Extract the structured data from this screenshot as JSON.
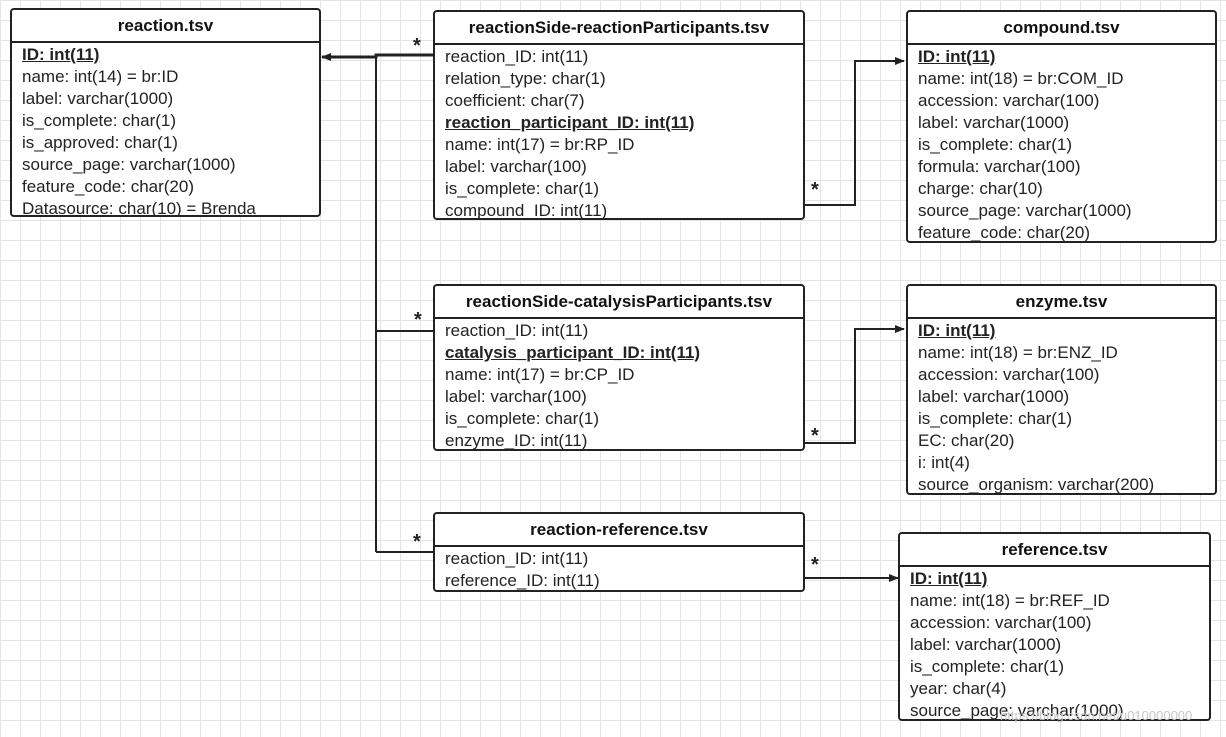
{
  "tables": {
    "reaction": {
      "title": "reaction.tsv",
      "fields": [
        "ID: int(11)",
        "name:  int(14) = br:ID",
        "label:  varchar(1000)",
        "is_complete:  char(1)",
        "is_approved:  char(1)",
        "source_page: varchar(1000)",
        "feature_code:  char(20)",
        "Datasource:  char(10) = Brenda"
      ]
    },
    "reaction_participants": {
      "title": "reactionSide-reactionParticipants.tsv",
      "fields": [
        "reaction_ID: int(11)",
        "relation_type:  char(1)",
        "coefficient:  char(7)",
        "reaction_participant_ID:  int(11)",
        "name:  int(17) = br:RP_ID",
        "label:  varchar(100)",
        "is_complete:  char(1)",
        "compound_ID:  int(11)"
      ]
    },
    "compound": {
      "title": "compound.tsv",
      "fields": [
        "ID: int(11)",
        "name:  int(18) = br:COM_ID",
        "accession:  varchar(100)",
        "label:  varchar(1000)",
        "is_complete:  char(1)",
        "formula:  varchar(100)",
        "charge:  char(10)",
        "source_page: varchar(1000)",
        "feature_code:  char(20)"
      ]
    },
    "catalysis_participants": {
      "title": "reactionSide-catalysisParticipants.tsv",
      "fields": [
        "reaction_ID: int(11)",
        "catalysis_participant_ID:  int(11)",
        "name:  int(17) = br:CP_ID",
        "label:  varchar(100)",
        "is_complete:  char(1)",
        "enzyme_ID:  int(11)"
      ]
    },
    "enzyme": {
      "title": "enzyme.tsv",
      "fields": [
        "ID: int(11)",
        "name:  int(18) = br:ENZ_ID",
        "accession:  varchar(100)",
        "label:  varchar(1000)",
        "is_complete:  char(1)",
        "EC:  char(20)",
        "i:  int(4)",
        "source_organism:  varchar(200)"
      ]
    },
    "reaction_reference": {
      "title": "reaction-reference.tsv",
      "fields": [
        "reaction_ID:  int(11)",
        "reference_ID:  int(11)"
      ]
    },
    "reference": {
      "title": "reference.tsv",
      "fields": [
        "ID: int(11)",
        "name:  int(18) = br:REF_ID",
        "accession:  varchar(100)",
        "label:  varchar(1000)",
        "is_complete:  char(1)",
        "year:  char(4)",
        "source_page: varchar(1000)"
      ]
    }
  },
  "multiplicity": "*",
  "watermark": "https://blog.csdn.net/u010000000"
}
